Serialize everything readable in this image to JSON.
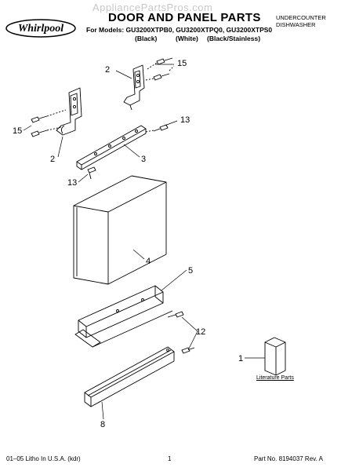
{
  "header": {
    "brand": "Whirlpool",
    "watermark": "AppliancePartsPros.com",
    "title": "DOOR AND PANEL PARTS",
    "models_line": "For Models: GU3200XTPB0, GU3200XTPQ0, GU3200XTPS0",
    "variants": [
      "(Black)",
      "(White)",
      "(Black/Stainless)"
    ],
    "category_line1": "UNDERCOUNTER",
    "category_line2": "DISHWASHER"
  },
  "callouts": {
    "c2_top": "2",
    "c15_top": "15",
    "c15_left": "15",
    "c2_left": "2",
    "c13_right": "13",
    "c3": "3",
    "c13_left": "13",
    "c4": "4",
    "c5": "5",
    "c12": "12",
    "c1": "1",
    "c8": "8"
  },
  "literature_label": "Literature Parts",
  "footer": {
    "left": "01–05 Litho In U.S.A. (kdr)",
    "center": "1",
    "right": "Part No. 8194037 Rev. A"
  }
}
